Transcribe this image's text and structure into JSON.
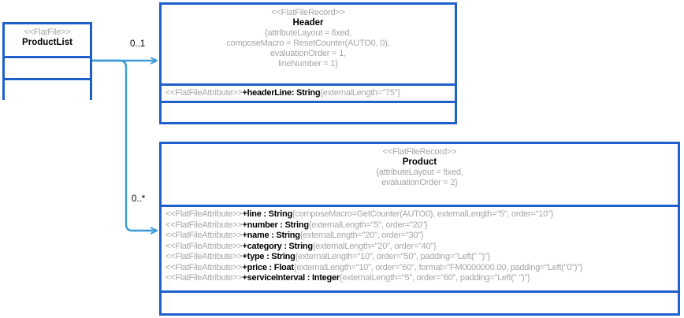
{
  "diagram": {
    "type": "uml-class-diagram",
    "colors": {
      "class_border": "#1f5fcc",
      "connector": "#3a9ad9",
      "stereotype_text": "#a6a6a6",
      "property_text": "#a6a6a6",
      "name_text": "#000000",
      "background": "#ffffff"
    }
  },
  "classes": {
    "product_list": {
      "stereotype": "<<FlatFile>>",
      "name": "ProductList",
      "properties": "",
      "attributes": [],
      "operations": []
    },
    "header": {
      "stereotype": "<<FlatFileRecord>>",
      "name": "Header",
      "properties": "{attributeLayout = fixed,\ncomposeMacro = ResetCounter(AUTO0, 0),\nevaluationOrder = 1,\nlineNumber = 1}",
      "attributes": [
        {
          "stereotype": "<<FlatFileAttribute>>",
          "signature": "+headerLine: String",
          "properties": "{externalLength=\"75\"}"
        }
      ],
      "operations": []
    },
    "product": {
      "stereotype": "<<FlatFileRecord>>",
      "name": "Product",
      "properties": "{attributeLayout = fixed,\nevaluationOrder = 2}",
      "attributes": [
        {
          "stereotype": "<<FlatFileAttribute>>",
          "signature": "+line : String",
          "properties": "{composeMacro=GetCounter(AUTO0), externalLength=\"5\", order=\"10\"}"
        },
        {
          "stereotype": "<<FlatFileAttribute>>",
          "signature": "+number : String",
          "properties": "{externalLength=\"5\", order=\"20\"}"
        },
        {
          "stereotype": "<<FlatFileAttribute>>",
          "signature": "+name : String",
          "properties": "{externalLength=\"20\", order=\"30\"}"
        },
        {
          "stereotype": "<<FlatFileAttribute>>",
          "signature": "+category : String",
          "properties": "{externalLength=\"20\", order=\"40\"}"
        },
        {
          "stereotype": "<<FlatFileAttribute>>",
          "signature": "+type : String",
          "properties": "{externalLength=\"10\", order=\"50\", padding=\"Left(\" \")\"}"
        },
        {
          "stereotype": "<<FlatFileAttribute>>",
          "signature": "+price : Float",
          "properties": "{externalLength=\"10\", order=\"60\", format=\"FM0000000.00, padding=\"Left(\"0\")\"}"
        },
        {
          "stereotype": "<<FlatFileAttribute>>",
          "signature": "+serviceInterval : Integer",
          "properties": "{externalLength=\"5\", order=\"60\", padding=\"Left(\" \")\"}"
        }
      ],
      "operations": []
    }
  },
  "associations": [
    {
      "id": "product-list-to-header",
      "source": "ProductList",
      "target": "Header",
      "multiplicity": "0..1"
    },
    {
      "id": "product-list-to-product",
      "source": "ProductList",
      "target": "Product",
      "multiplicity": "0..*"
    }
  ]
}
